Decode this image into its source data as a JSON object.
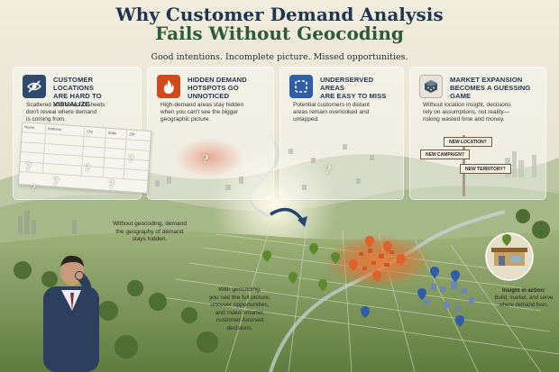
{
  "title": {
    "line1": "Why Customer Demand Analysis",
    "line2": "Fails Without Geocoding"
  },
  "subtitle": "Good intentions. Incomplete picture. Missed opportunities.",
  "colors": {
    "title_navy": "#1f3552",
    "title_green": "#2e5a3a",
    "card1_accent": "#2f4a6e",
    "card2_accent": "#d04b1c",
    "card3_accent": "#2f5da8",
    "card4_accent": "#3d4f63",
    "hotspot": "#e3682e"
  },
  "cards": [
    {
      "icon": "eye-slash-icon",
      "title_l1": "Customer locations",
      "title_l2": "are hard to visualize",
      "body_l1": "Scattered addresses in sheets",
      "body_l2": "don't reveal where demand",
      "body_l3": "is coming from."
    },
    {
      "icon": "flame-icon",
      "title_l1": "Hidden demand",
      "title_l2": "hotspots go unnoticed",
      "body_l1": "High-demand areas stay hidden",
      "body_l2": "when you can't see the bigger",
      "body_l3": "geographic picture."
    },
    {
      "icon": "dashed-square-icon",
      "title_l1": "Underserved areas",
      "title_l2": "are easy to miss",
      "body_l1": "Potential customers in distant",
      "body_l2": "areas remain overlooked and",
      "body_l3": "untapped."
    },
    {
      "icon": "cube-icon",
      "title_l1": "Market expansion",
      "title_l2": "becomes a guessing game",
      "body_l1": "Without location insight, decisions",
      "body_l2": "rely on assumptions, not reality—",
      "body_l3": "risking wasted time and money."
    }
  ],
  "sheet": {
    "headers": [
      "Name",
      "Address",
      "City",
      "State",
      "ZIP"
    ]
  },
  "signs": {
    "s1": "NEW LOCATION?",
    "s2": "NEW CAMPAIGN?",
    "s3": "NEW TERRITORY?"
  },
  "notes": {
    "without_l1": "Without geocoding, demand",
    "without_l2": "the geography of demand",
    "without_l3": "stays hidden.",
    "with_l1": "With geocoding,",
    "with_l2": "you see the full picture,",
    "with_l3": "uncover opportunities,",
    "with_l4": "and make smarter,",
    "with_l5": "customer-focused",
    "with_l6": "decisions."
  },
  "insight": {
    "label": "Insight in action:",
    "l1": "Build, market, and serve",
    "l2": "where demand lives."
  }
}
